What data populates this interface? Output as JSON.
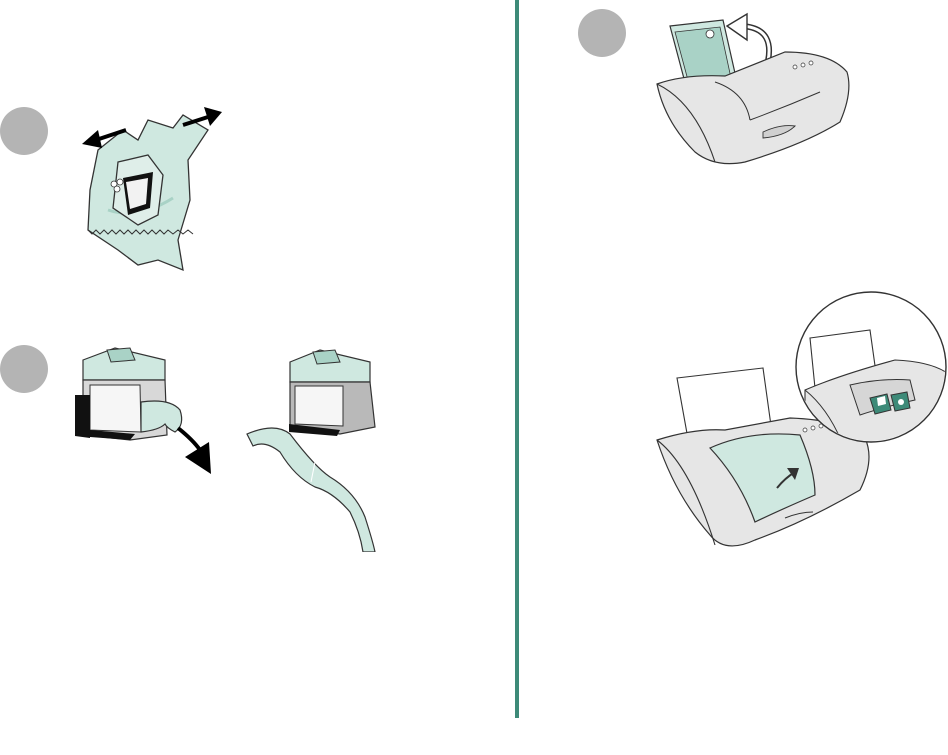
{
  "illustrations": {
    "step1": "unwrap-cartridge-from-package",
    "step2": "remove-tape-from-cartridge",
    "step3": "lift-paper-support",
    "step4": "open-front-cover-cartridge-carrier"
  },
  "colors": {
    "divider": "#3d8a78",
    "step_circle": "#b4b4b4",
    "tint": "#cfe8e0",
    "tint_dark": "#a9d2c6",
    "printer_body": "#e6e6e6",
    "outline": "#333333"
  }
}
